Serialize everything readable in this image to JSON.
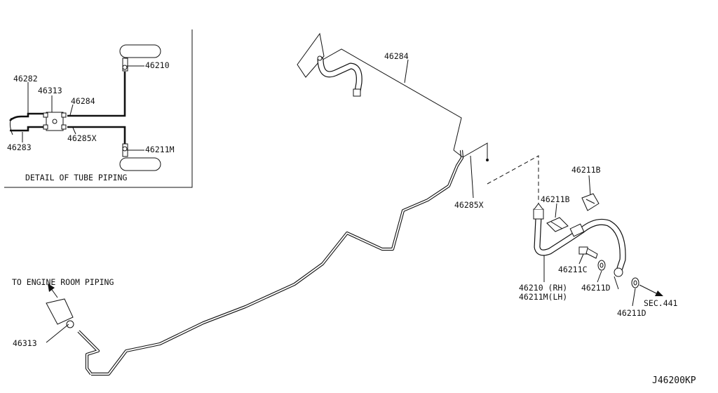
{
  "detail": {
    "caption": "DETAIL OF TUBE PIPING",
    "labels": {
      "p46282": "46282",
      "p46313": "46313",
      "p46284": "46284",
      "p46283": "46283",
      "p46285x": "46285X",
      "p46210": "46210",
      "p46211m": "46211M"
    }
  },
  "main": {
    "labels": {
      "p46284": "46284",
      "p46285x": "46285X",
      "p46211b_top": "46211B",
      "p46211b_mid": "46211B",
      "p46211c": "46211C",
      "p46211d_a": "46211D",
      "p46211d_b": "46211D",
      "p46210_rh": "46210 (RH)",
      "p46211m_lh": "46211M(LH)",
      "sec441": "SEC.441",
      "p46313": "46313",
      "engine_room": "TO ENGINE ROOM PIPING"
    }
  },
  "footer": {
    "code": "J46200KP"
  }
}
